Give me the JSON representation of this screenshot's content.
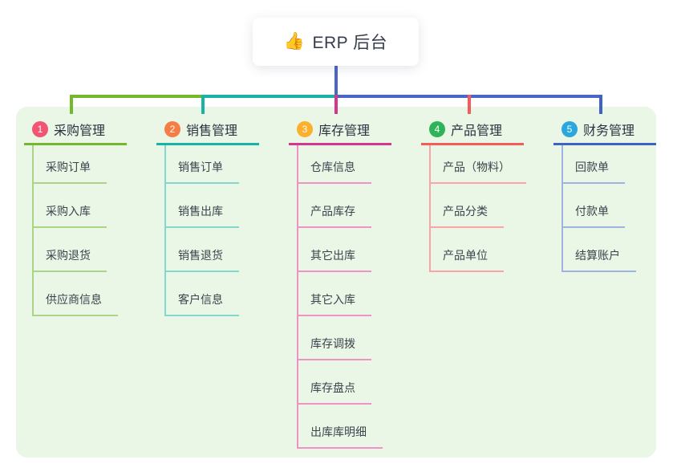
{
  "root": {
    "icon": "👍",
    "label": "ERP 后台"
  },
  "colors": {
    "root_connector": "#4a66c8",
    "panel_background": "#eaf7e6",
    "root_text": "#363d4a"
  },
  "branches": [
    {
      "number": "1",
      "label": "采购管理",
      "color": "#74b82c",
      "light_color": "#a9d584",
      "badge_color": "#f25572",
      "children": [
        "采购订单",
        "采购入库",
        "采购退货",
        "供应商信息"
      ]
    },
    {
      "number": "2",
      "label": "销售管理",
      "color": "#16b3a6",
      "light_color": "#84d7cd",
      "badge_color": "#f67e45",
      "children": [
        "销售订单",
        "销售出库",
        "销售退货",
        "客户信息"
      ]
    },
    {
      "number": "3",
      "label": "库存管理",
      "color": "#d63690",
      "light_color": "#ef93c6",
      "badge_color": "#fcb02c",
      "children": [
        "仓库信息",
        "产品库存",
        "其它出库",
        "其它入库",
        "库存调拨",
        "库存盘点",
        "出库库明细"
      ]
    },
    {
      "number": "4",
      "label": "产品管理",
      "color": "#f45b5b",
      "light_color": "#f9a5a5",
      "badge_color": "#2db45a",
      "children": [
        "产品（物料）",
        "产品分类",
        "产品单位"
      ]
    },
    {
      "number": "5",
      "label": "财务管理",
      "color": "#3f62c5",
      "light_color": "#9fb3e0",
      "badge_color": "#2aa7dd",
      "children": [
        "回款单",
        "付款单",
        "结算账户"
      ]
    }
  ]
}
